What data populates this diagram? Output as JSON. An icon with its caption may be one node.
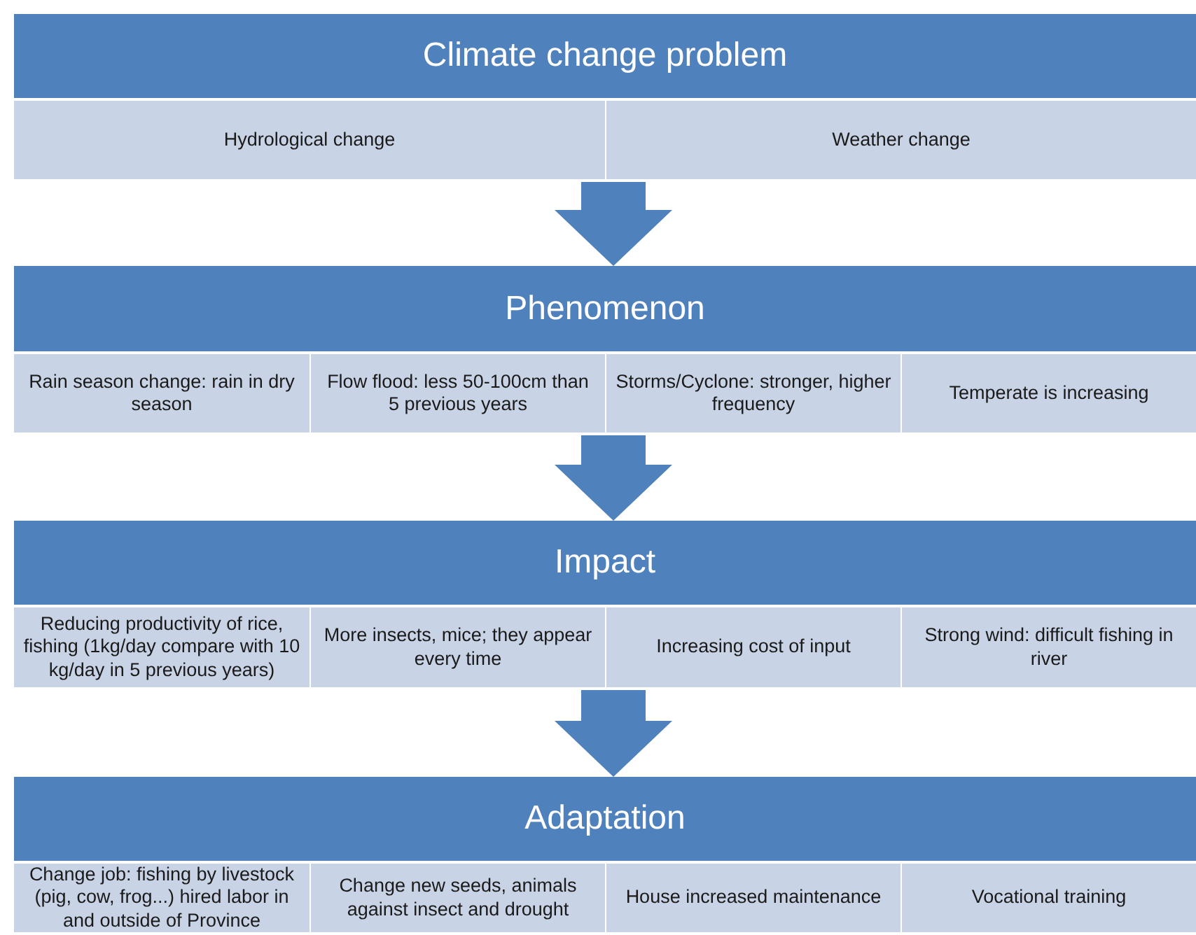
{
  "diagram": {
    "nodes": [
      {
        "text": [
          "Climate change problem"
        ]
      },
      {
        "text": [
          "Hydrological change"
        ],
        "in": 0
      },
      {
        "text": [
          "Weather change"
        ],
        "in": 0
      },
      {
        "text": [
          "Phenomenon"
        ]
      },
      {
        "text": [
          "Rain season change: rain in dry season"
        ],
        "in": 3
      },
      {
        "text": [
          "Flow flood: less 50-100cm than 5 previous years"
        ],
        "in": 3
      },
      {
        "text": [
          "Storms/Cyclone: stronger, higher frequency"
        ],
        "in": 3
      },
      {
        "text": [
          "Temperate is increasing"
        ],
        "in": 3
      },
      {
        "text": [
          "Impact"
        ]
      },
      {
        "text": [
          "Reducing productivity of rice, fishing (1kg/day compare with 10 kg/day in 5 previous years)"
        ],
        "in": 8
      },
      {
        "text": [
          "More insects, mice; they appear every time"
        ],
        "in": 8
      },
      {
        "text": [
          "Increasing cost of input"
        ],
        "in": 8
      },
      {
        "text": [
          "Strong wind: difficult fishing in river"
        ],
        "in": 8
      },
      {
        "text": [
          "Adaptation"
        ]
      },
      {
        "text": [
          "Change job: fishing by livestock (pig, cow, frog...) hired labor in and outside of Province"
        ],
        "in": 13
      },
      {
        "text": [
          "Change new seeds, animals against insect and drought"
        ],
        "in": 13
      },
      {
        "text": [
          "House increased maintenance"
        ],
        "in": 13
      },
      {
        "text": [
          "Vocational training"
        ],
        "in": 13
      }
    ],
    "edges": [
      {
        "from": 0,
        "to": 3,
        "arrow": "to"
      },
      {
        "from": 3,
        "to": 8,
        "arrow": "to"
      },
      {
        "from": 8,
        "to": 13,
        "arrow": "to"
      }
    ]
  }
}
